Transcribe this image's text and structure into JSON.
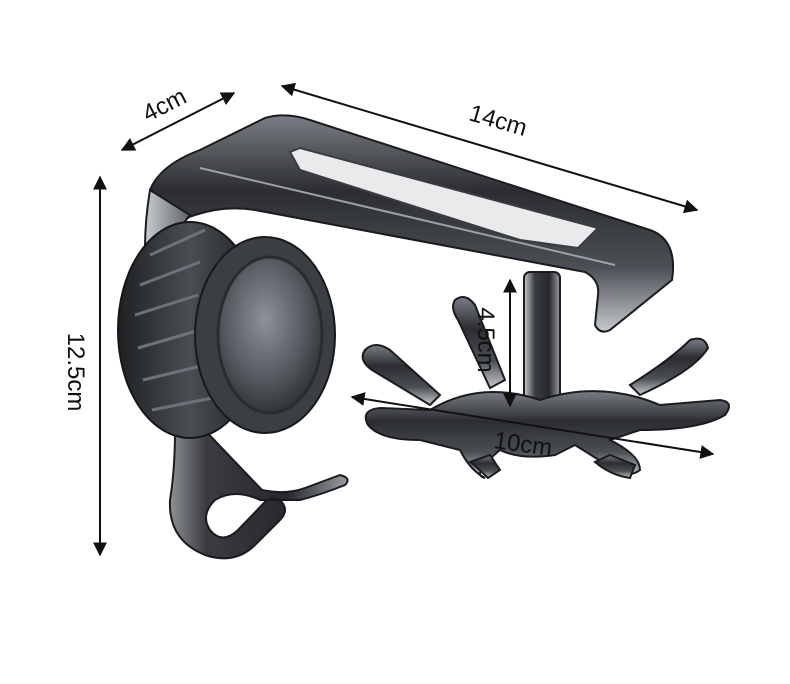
{
  "dimensions": {
    "depth": "4cm",
    "width": "14cm",
    "height": "12.5cm",
    "hook_drop": "4.5cm",
    "hook_span": "10cm"
  },
  "colors": {
    "background": "#ffffff",
    "metal_dark": "#2a2c30",
    "metal_mid": "#5a5d63",
    "metal_light": "#b9bcc2",
    "dimension_line": "#111111"
  }
}
